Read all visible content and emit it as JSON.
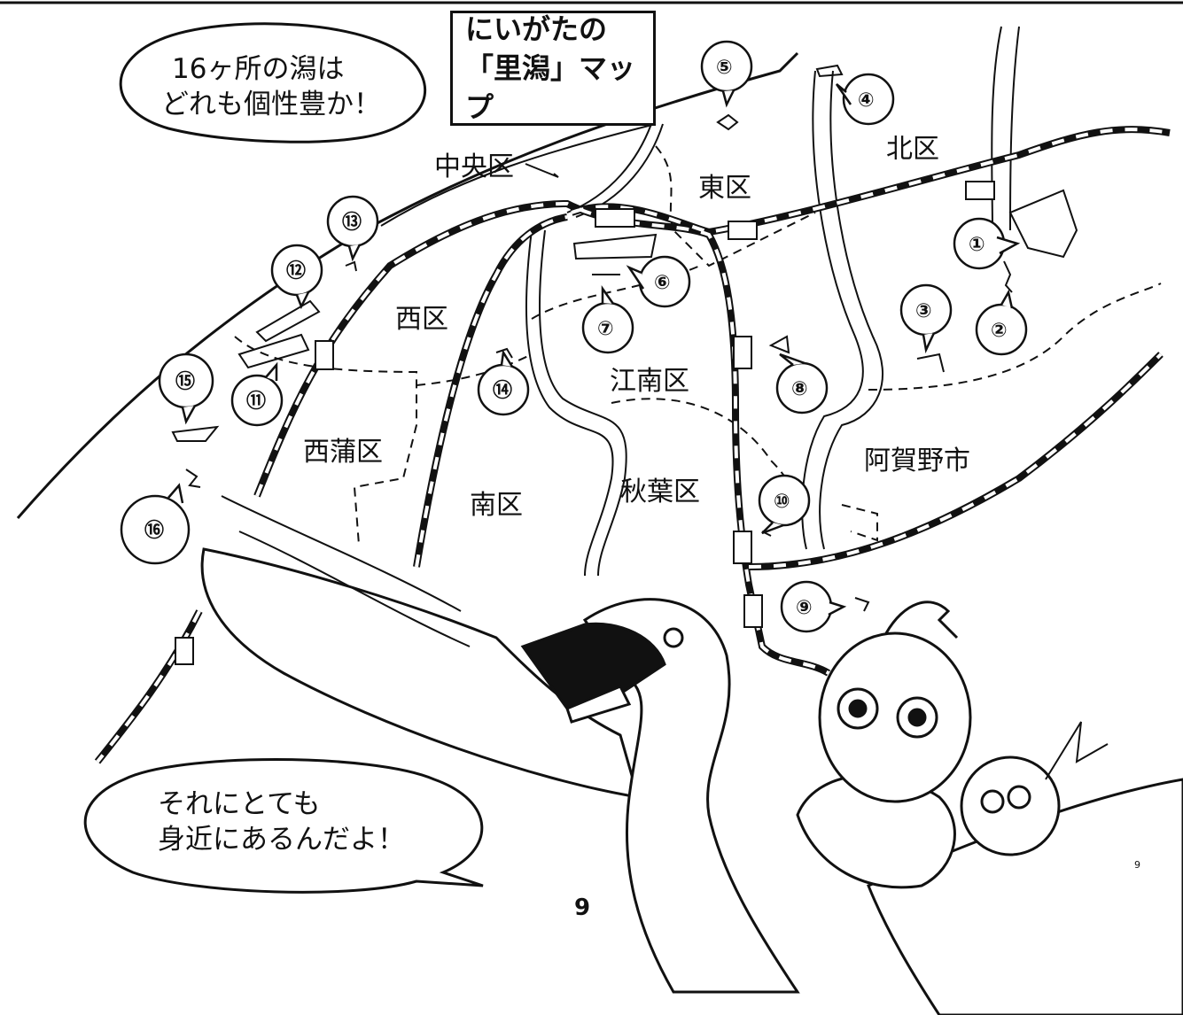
{
  "title": {
    "line1": "にいがたの",
    "line2": "「里潟」マップ"
  },
  "speech_bubbles": {
    "top": {
      "line1": "16ヶ所の潟は",
      "line2": "どれも個性豊か！"
    },
    "bottom": {
      "line1": "それにとても",
      "line2": "身近にあるんだよ！"
    }
  },
  "districts": {
    "kita": "北区",
    "higashi": "東区",
    "chuo": "中央区",
    "nishi": "西区",
    "konan": "江南区",
    "nishikan": "西蒲区",
    "minami": "南区",
    "akiha": "秋葉区",
    "agano": "阿賀野市"
  },
  "markers": [
    "①",
    "②",
    "③",
    "④",
    "⑤",
    "⑥",
    "⑦",
    "⑧",
    "⑨",
    "⑩",
    "⑪",
    "⑫",
    "⑬",
    "⑭",
    "⑮",
    "⑯"
  ],
  "page_number": "9",
  "page_number_small": "9"
}
